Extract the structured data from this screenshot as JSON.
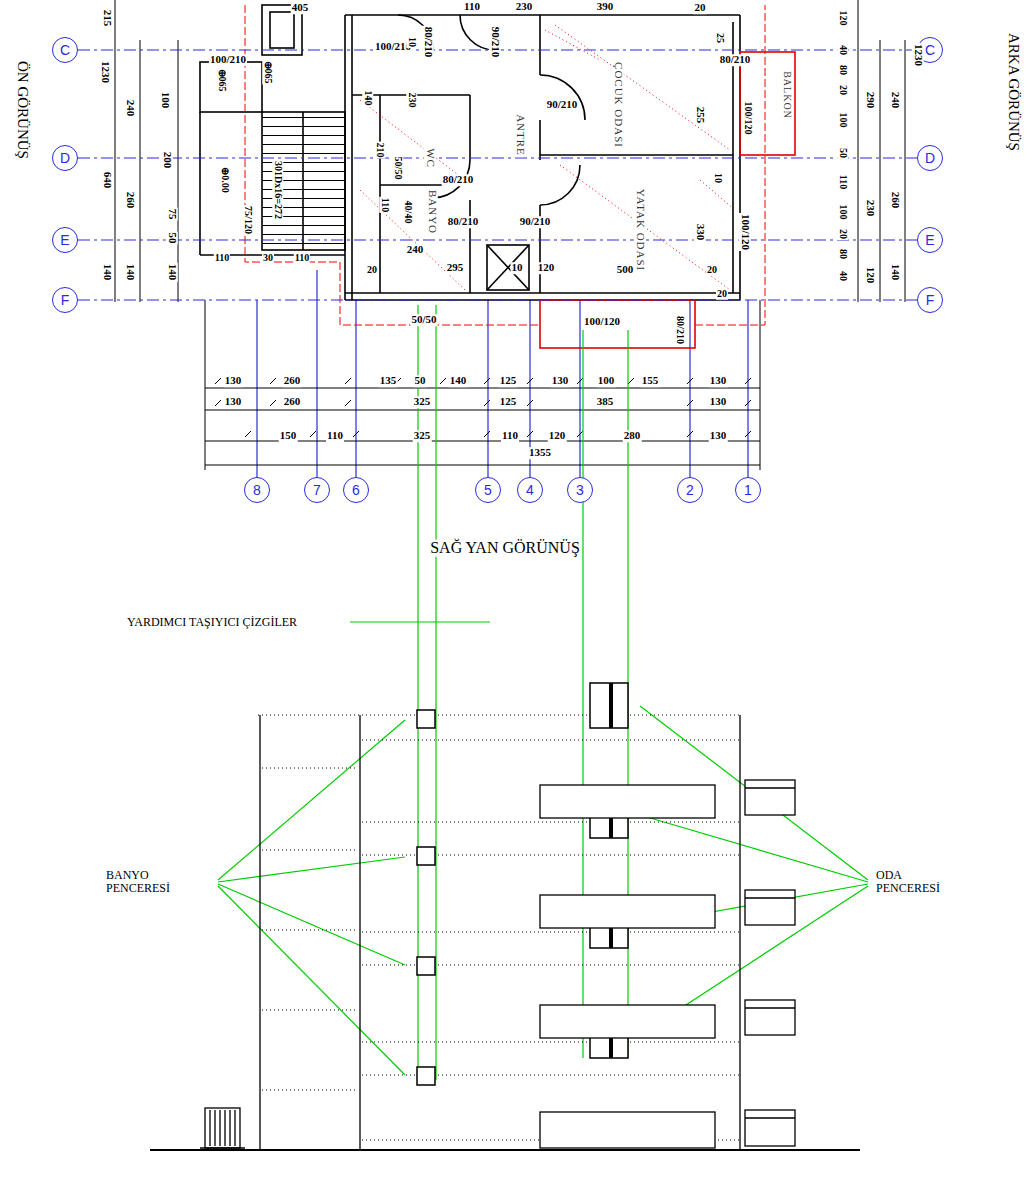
{
  "diagram": {
    "nodes": [
      {
        "text": [
          "C"
        ]
      },
      {
        "text": [
          "C"
        ]
      },
      {
        "text": [
          "D"
        ]
      },
      {
        "text": [
          "D"
        ]
      },
      {
        "text": [
          "E"
        ]
      },
      {
        "text": [
          "E"
        ]
      },
      {
        "text": [
          "F"
        ]
      },
      {
        "text": [
          "F"
        ]
      },
      {
        "text": [
          "8"
        ]
      },
      {
        "text": [
          "7"
        ]
      },
      {
        "text": [
          "6"
        ]
      },
      {
        "text": [
          "5"
        ]
      },
      {
        "text": [
          "4"
        ]
      },
      {
        "text": [
          "3"
        ]
      },
      {
        "text": [
          "2"
        ]
      },
      {
        "text": [
          "1"
        ]
      }
    ],
    "edges": [
      {
        "from": 0,
        "to": 1,
        "arrow": "none"
      },
      {
        "from": 2,
        "to": 3,
        "arrow": "none"
      },
      {
        "from": 4,
        "to": 5,
        "arrow": "none"
      },
      {
        "from": 6,
        "to": 7,
        "arrow": "none"
      }
    ],
    "labels": [
      "ÖN GÖRÜNÜŞ",
      "ARKA GÖRÜNÜŞ",
      "SAĞ YAN GÖRÜNÜŞ",
      "YARDIMCI TAŞIYICI ÇİZGİLER",
      "BANYO PENCERESİ",
      "ODA PENCERESİ",
      "405",
      "110",
      "230",
      "390",
      "20",
      "215",
      "1230",
      "240",
      "100",
      "640",
      "200",
      "260",
      "75",
      "50",
      "140",
      "140",
      "140",
      "120",
      "40",
      "80",
      "20",
      "100",
      "50",
      "110",
      "100",
      "20",
      "80",
      "40",
      "290",
      "230",
      "120",
      "240",
      "260",
      "140",
      "1230",
      "130",
      "260",
      "135",
      "50",
      "140",
      "125",
      "130",
      "100",
      "155",
      "130",
      "130",
      "260",
      "325",
      "125",
      "385",
      "130",
      "150",
      "110",
      "325",
      "110",
      "120",
      "280",
      "130",
      "1355",
      "100/210",
      "100/210",
      "80/210",
      "90/210",
      "90/210",
      "ÇOCUK ODASI",
      "ANTRE",
      "YATAK ODASI",
      "BALKON",
      "80/210",
      "100/120",
      "100/120",
      "WC",
      "BANYO",
      "80/210",
      "80/210",
      "90/210",
      "50/50",
      "40/40",
      "240",
      "295",
      "10",
      "120",
      "500",
      "330",
      "255",
      "100/120",
      "50/50",
      "80/210",
      "20",
      "⊕065",
      "⊕065",
      "⊕0.00",
      "301Dx16=272",
      "75/120",
      "110",
      "30",
      "110",
      "140",
      "230",
      "210",
      "110",
      "10",
      "25",
      "10",
      "20",
      "20"
    ]
  }
}
